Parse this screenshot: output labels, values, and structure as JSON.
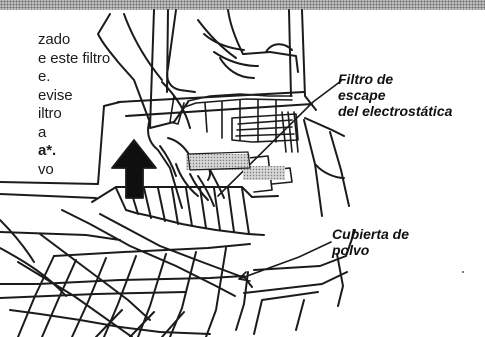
{
  "instruction_text": {
    "line_1": "zado",
    "line_2": "e este filtro",
    "line_3": "e.",
    "line_4": "evise",
    "line_5": "iltro",
    "line_6": "a",
    "line_7": "a*.",
    "line_8": "vo"
  },
  "callouts": {
    "electrostatic_filter": {
      "line_1": "Filtro de",
      "line_2": "escape",
      "line_3": "del electrostática"
    },
    "dust_cover": {
      "line_1": "Cubierta de",
      "line_2": "polvo"
    }
  },
  "illustration": {
    "subject": "hands lifting the dust cover to remove the electrostatic exhaust filter",
    "stroke_color": "#1b1b1b",
    "paper_color": "#ffffff",
    "screen_color": "#bdbdbd"
  }
}
